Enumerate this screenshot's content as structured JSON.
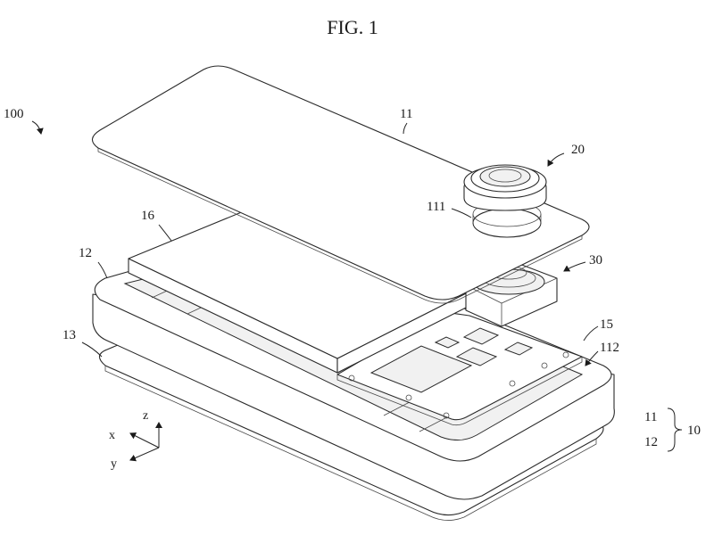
{
  "figure": {
    "title": "FIG. 1"
  },
  "labels": {
    "device": "100",
    "cover": "11",
    "camera": "20",
    "cover_hole": "111",
    "battery": "16",
    "frame": "12",
    "module": "30",
    "board": "15",
    "opening": "112",
    "back": "13",
    "legend_11": "11",
    "legend_12": "12",
    "legend_10": "10"
  },
  "axes": {
    "x": "x",
    "y": "y",
    "z": "z"
  }
}
